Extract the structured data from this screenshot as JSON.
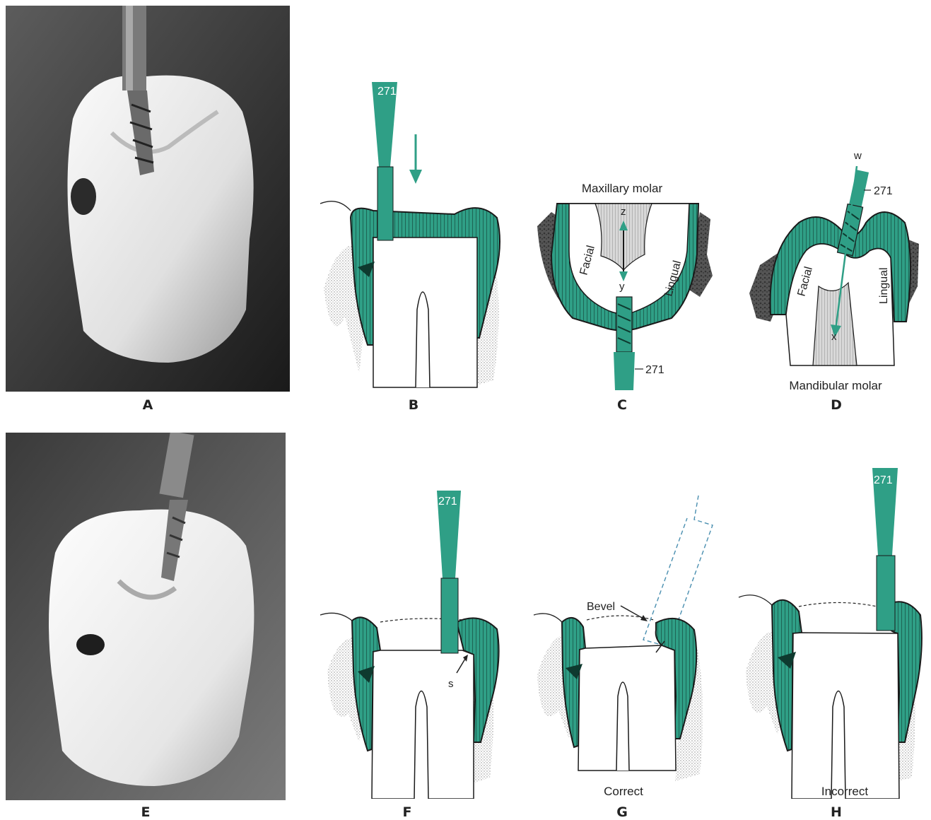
{
  "panels": {
    "a": {
      "letter": "A"
    },
    "b": {
      "letter": "B",
      "bur": "271"
    },
    "c": {
      "letter": "C",
      "title": "Maxillary molar",
      "facial": "Facial",
      "lingual": "Lingual",
      "point_z": "z",
      "point_y": "y",
      "bur": "271"
    },
    "d": {
      "letter": "D",
      "title": "Mandibular molar",
      "facial": "Facial",
      "lingual": "Lingual",
      "point_w": "w",
      "point_x": "x",
      "bur": "271"
    },
    "e": {
      "letter": "E"
    },
    "f": {
      "letter": "F",
      "bur": "271",
      "point_s": "s"
    },
    "g": {
      "letter": "G",
      "bevel": "Bevel",
      "caption": "Correct"
    },
    "h": {
      "letter": "H",
      "bur": "271",
      "caption": "Incorrect"
    }
  },
  "colors": {
    "teal": "#2f9f86",
    "dark_teal": "#1f6e5c",
    "photo_bg": "#2a2a2a",
    "tooth_photo": "#e8e8e8",
    "stipple": "#cfcfcf"
  }
}
